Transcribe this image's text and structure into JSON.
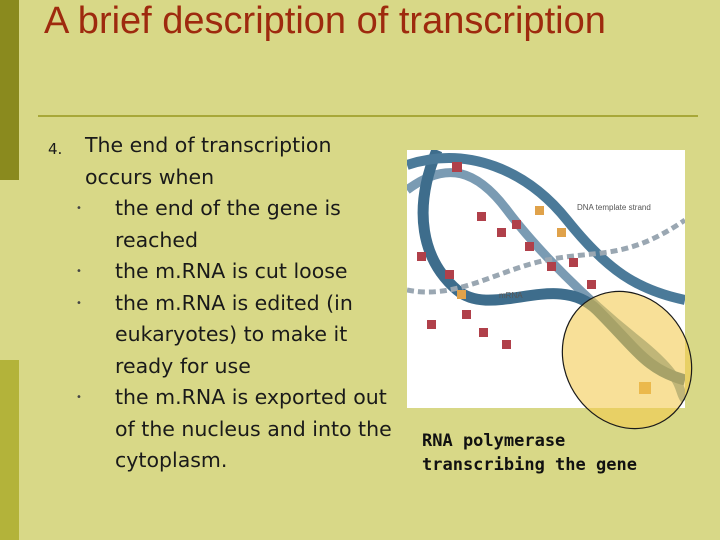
{
  "title": "A brief description of transcription",
  "item": {
    "number": "4.",
    "text": "The end of transcription occurs when",
    "bullets": [
      "the end of the gene is reached",
      "the m.RNA is cut loose",
      "the m.RNA is edited (in eukaryotes) to make it ready for use",
      "the m.RNA is exported out of the nucleus and into the cytoplasm."
    ],
    "bullet_glyph": "•"
  },
  "figure": {
    "label_template": "DNA template strand",
    "label_mrna": "mRNA"
  },
  "caption": "RNA polymerase transcribing the gene",
  "colors": {
    "background": "#d8d887",
    "title": "#9e2a0e",
    "dna_strand": "#3e6d8c",
    "nucleotide": "#b0404a",
    "highlight": "#f3c94e"
  }
}
